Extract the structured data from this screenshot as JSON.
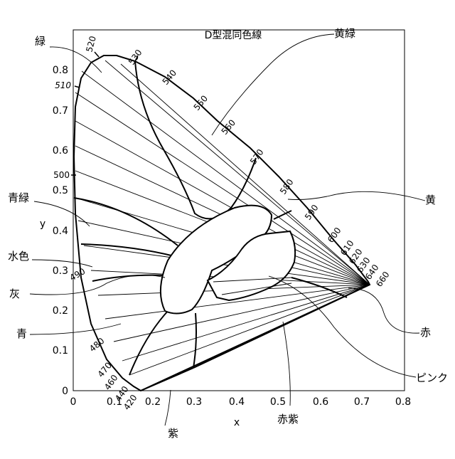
{
  "title": "D型混同色線",
  "axes": {
    "x_label": "x",
    "y_label": "y",
    "x_ticks": [
      "0",
      "0.1",
      "0.2",
      "0.3",
      "0.4",
      "0.5",
      "0.6",
      "0.7",
      "0.8"
    ],
    "y_ticks": [
      "0",
      "0.1",
      "0.2",
      "0.3",
      "0.4",
      "0.5",
      "0.6",
      "0.7",
      "0.8"
    ]
  },
  "wavelengths": [
    "420",
    "440",
    "460",
    "470",
    "480",
    "490",
    "500",
    "510",
    "520",
    "530",
    "540",
    "550",
    "560",
    "570",
    "580",
    "590",
    "600",
    "610",
    "620",
    "630",
    "640",
    "660"
  ],
  "regions": {
    "green": "緑",
    "yellow_green": "黄緑",
    "yellow": "黄",
    "blue_green": "青緑",
    "aqua": "水色",
    "gray": "灰",
    "blue": "青",
    "purple": "紫",
    "red_purple": "赤紫",
    "pink": "ピンク",
    "red": "赤"
  }
}
